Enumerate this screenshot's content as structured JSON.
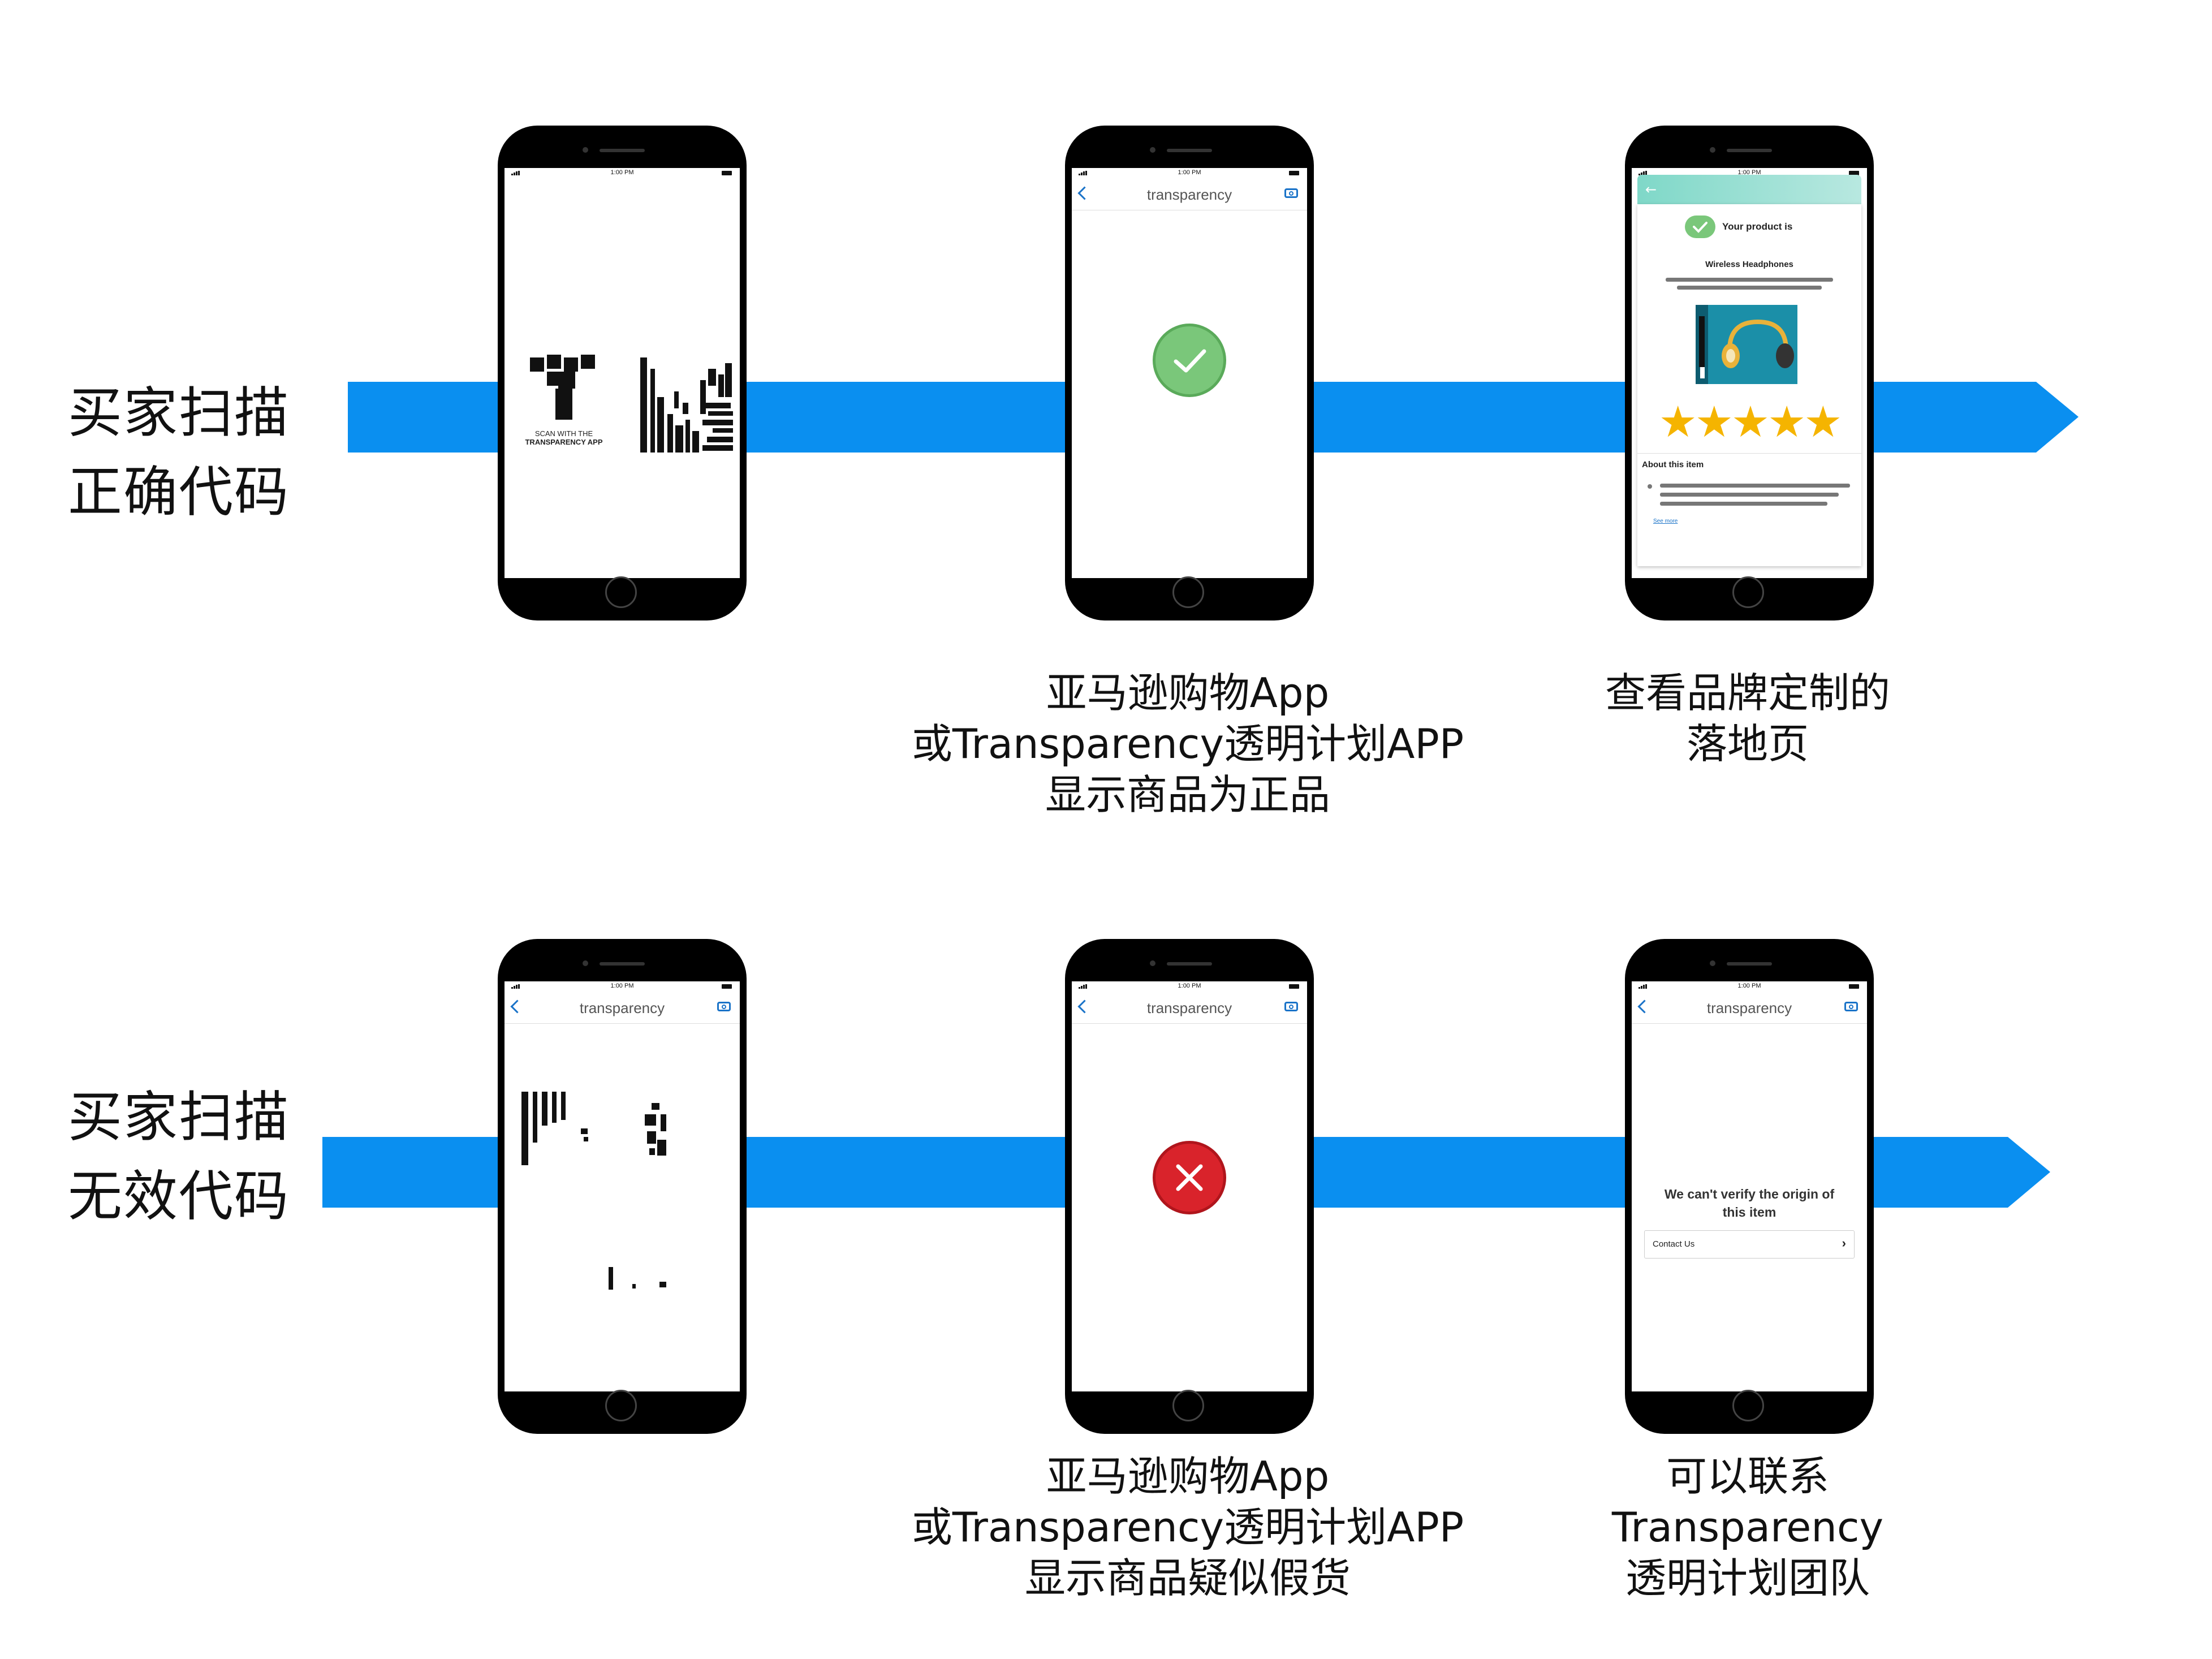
{
  "rows": [
    {
      "label_line1": "买家扫描",
      "label_line2": "正确代码"
    },
    {
      "label_line1": "买家扫描",
      "label_line2": "无效代码"
    }
  ],
  "phone": {
    "status_time": "1:00 PM",
    "app_title": "transparency"
  },
  "screens": {
    "scan_code": {
      "caption_line1": "SCAN WITH THE",
      "caption_line2": "TRANSPARENCY APP"
    },
    "landing": {
      "headline": "Your product is",
      "product_name": "Wireless Headphones",
      "rating_stars": 5,
      "about_heading": "About this item",
      "see_more": "See more"
    },
    "contact": {
      "message_line1": "We can't verify the origin of",
      "message_line2": "this item",
      "contact_label": "Contact Us"
    }
  },
  "captions": {
    "genuine": {
      "line1": "亚马逊购物App",
      "line2": "或Transparency透明计划APP",
      "line3": "显示商品为正品"
    },
    "landing": {
      "line1": "查看品牌定制的",
      "line2": "落地页"
    },
    "suspect": {
      "line1": "亚马逊购物App",
      "line2": "或Transparency透明计划APP",
      "line3": "显示商品疑似假货"
    },
    "contact": {
      "line1": "可以联系",
      "line2": "Transparency",
      "line3": "透明计划团队"
    }
  },
  "colors": {
    "arrow": "#0a8ff0",
    "ok_green": "#7ac77a",
    "error_red": "#d9232b",
    "star": "#f5b400",
    "header_gradient_start": "#7fd8c8",
    "header_gradient_end": "#b8e8e0",
    "headphone_bg": "#1b8fa8"
  }
}
